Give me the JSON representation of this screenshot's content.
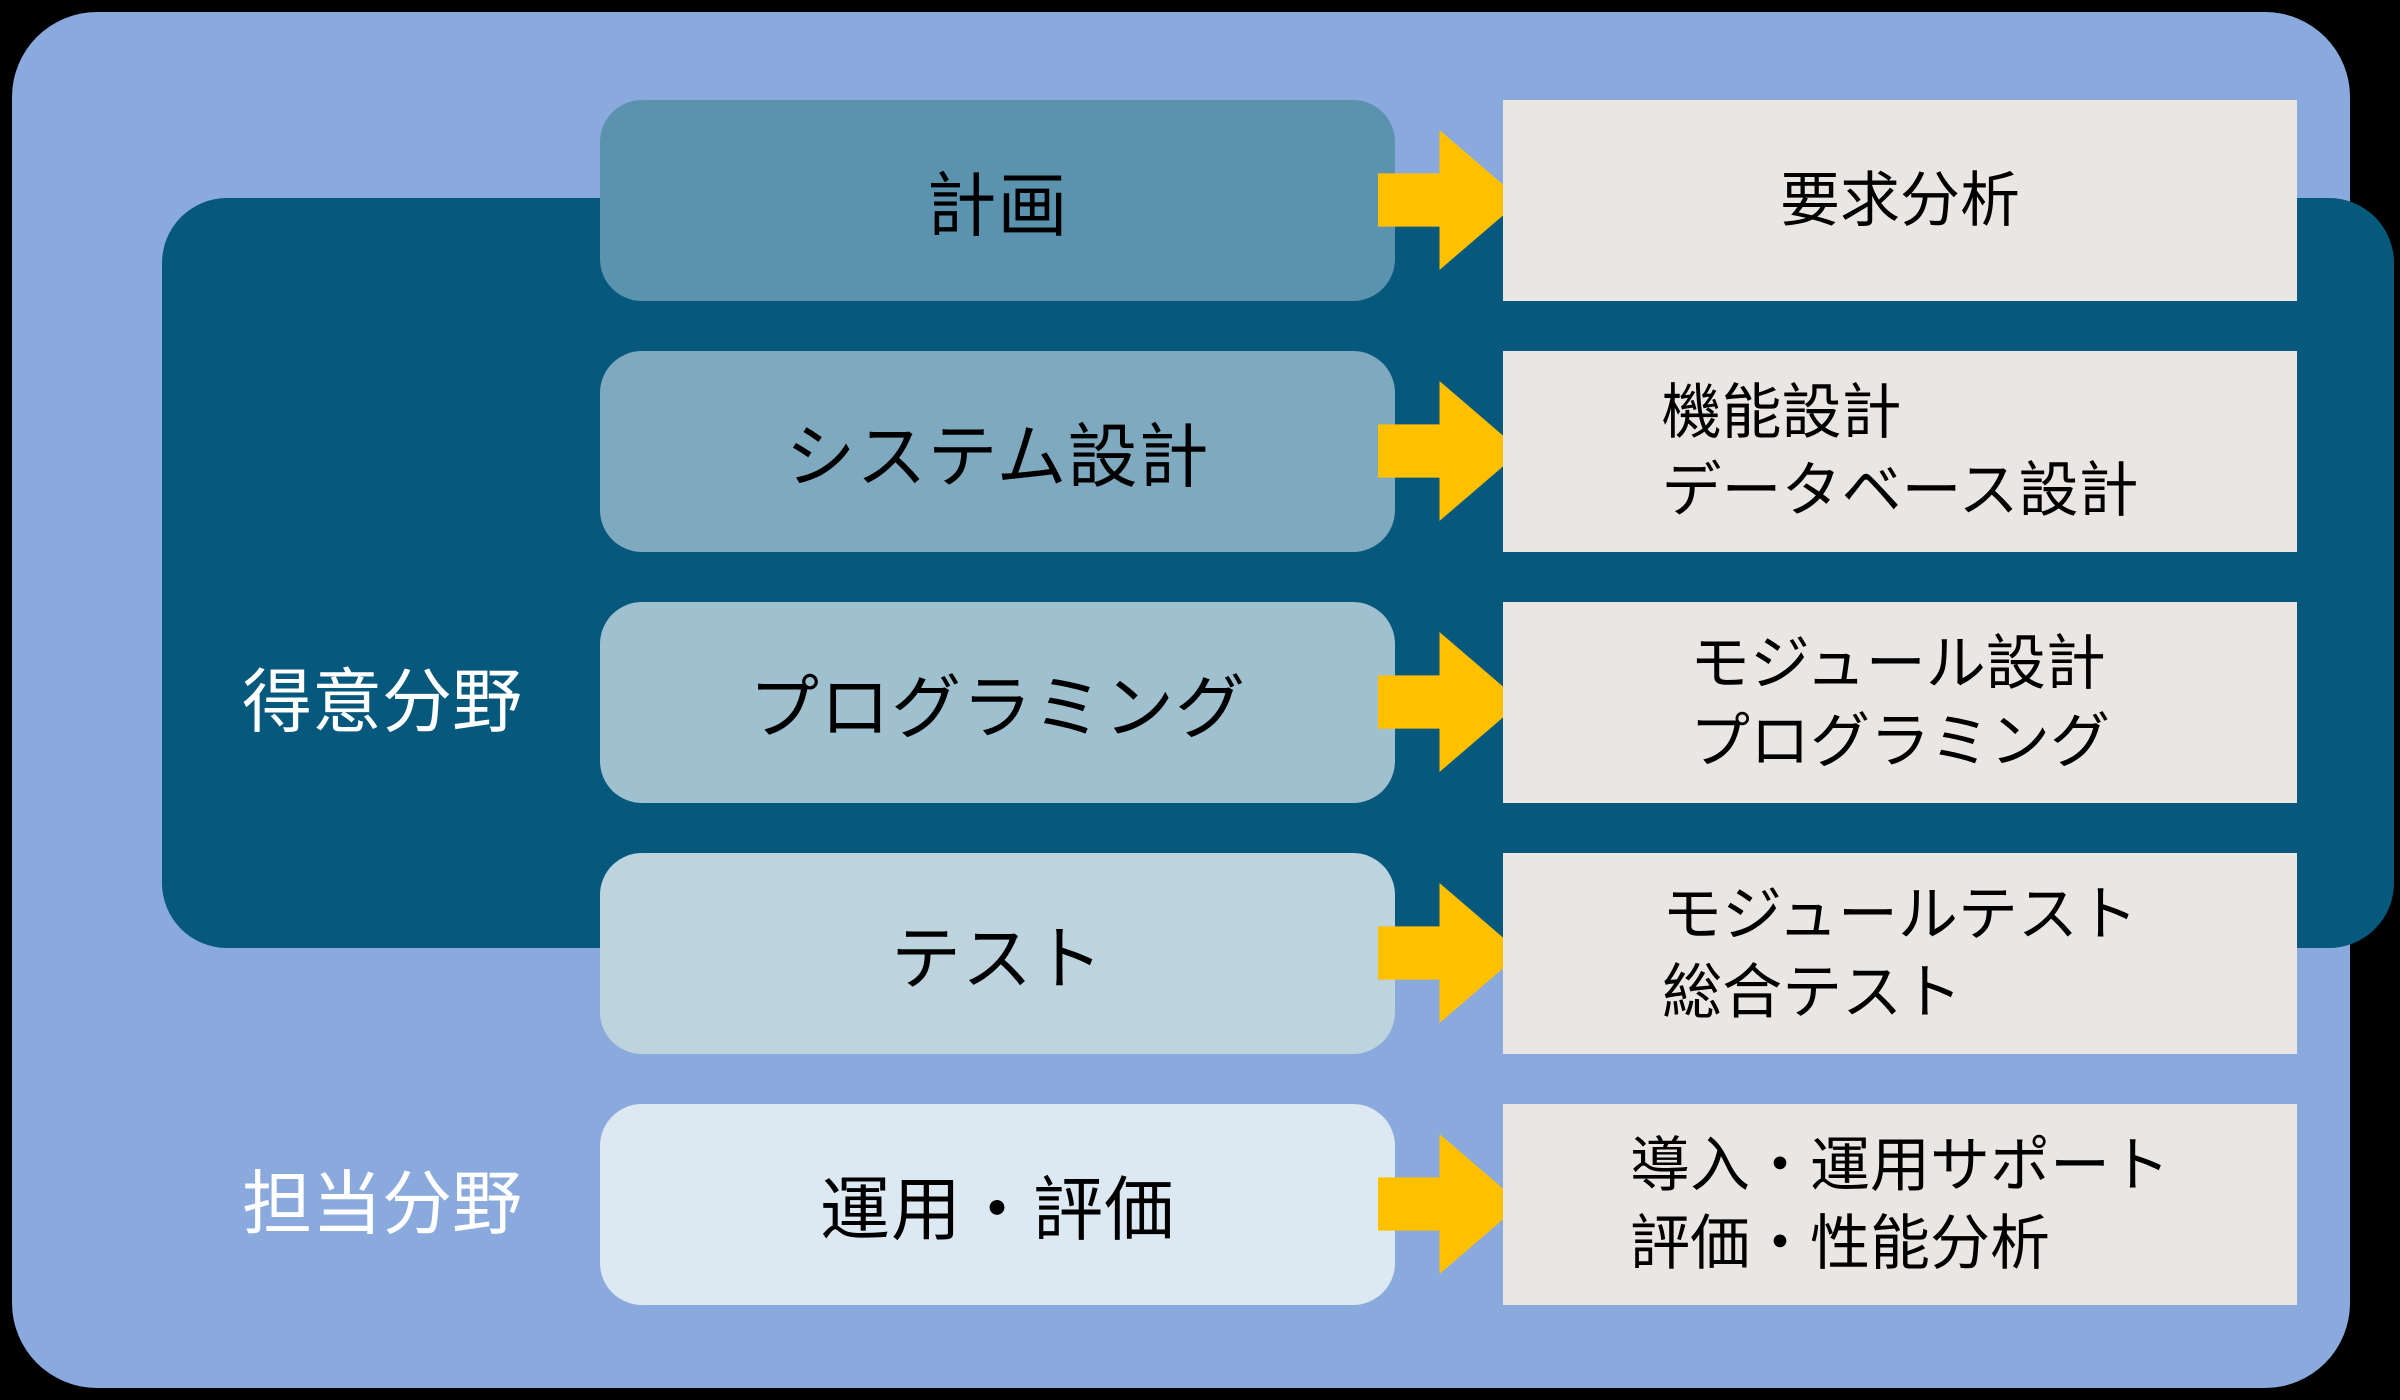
{
  "diagram": {
    "left_labels": [
      {
        "text": "得意分野"
      },
      {
        "text": "担当分野"
      }
    ],
    "rows": [
      {
        "phase": "計画",
        "phase_color": "#5B93AE",
        "details": [
          "要求分析"
        ]
      },
      {
        "phase": "システム設計",
        "phase_color": "#7FA9BE",
        "details": [
          "機能設計",
          "データベース設計"
        ]
      },
      {
        "phase": "プログラミング",
        "phase_color": "#9FC0CE",
        "details": [
          "モジュール設計",
          "プログラミング"
        ]
      },
      {
        "phase": "テスト",
        "phase_color": "#BDD3DE",
        "details": [
          "モジュールテスト",
          "総合テスト"
        ]
      },
      {
        "phase": "運用・評価",
        "phase_color": "#DCE8F2",
        "details": [
          "導入・運用サポート",
          "評価・性能分析"
        ]
      }
    ],
    "colors": {
      "background": "#8AAADE",
      "panel": "#06587C",
      "arrow": "#FFC000",
      "detail_box": "#E9E6E4",
      "box_text": "#000000",
      "label_text": "#FFFFFF",
      "outside": "#000000"
    }
  }
}
